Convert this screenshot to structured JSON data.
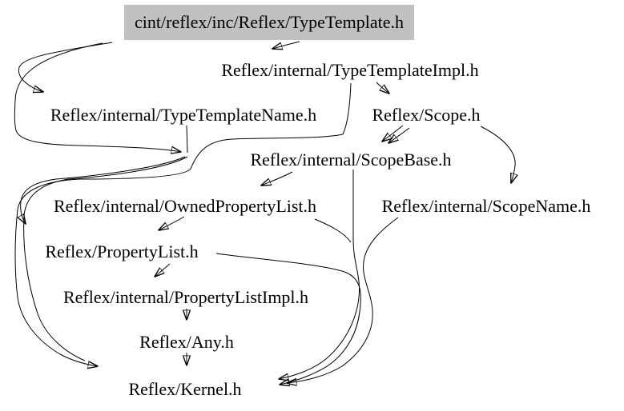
{
  "diagram": {
    "type": "include-dependency-graph",
    "root": "cint/reflex/inc/Reflex/TypeTemplate.h",
    "nodes": [
      {
        "id": "typetemplate",
        "label": "cint/reflex/inc/Reflex/TypeTemplate.h",
        "highlighted": true
      },
      {
        "id": "typetemplateimpl",
        "label": "Reflex/internal/TypeTemplateImpl.h"
      },
      {
        "id": "typetemplatename",
        "label": "Reflex/internal/TypeTemplateName.h"
      },
      {
        "id": "scope",
        "label": "Reflex/Scope.h"
      },
      {
        "id": "scopebase",
        "label": "Reflex/internal/ScopeBase.h"
      },
      {
        "id": "ownedpropertylist",
        "label": "Reflex/internal/OwnedPropertyList.h"
      },
      {
        "id": "scopename",
        "label": "Reflex/internal/ScopeName.h"
      },
      {
        "id": "propertylist",
        "label": "Reflex/PropertyList.h"
      },
      {
        "id": "propertylistimpl",
        "label": "Reflex/internal/PropertyListImpl.h"
      },
      {
        "id": "any",
        "label": "Reflex/Any.h"
      },
      {
        "id": "kernel",
        "label": "Reflex/Kernel.h"
      }
    ],
    "edges": [
      {
        "from": "typetemplate",
        "to": "typetemplateimpl"
      },
      {
        "from": "typetemplate",
        "to": "typetemplatename"
      },
      {
        "from": "typetemplateimpl",
        "to": "typetemplatename"
      },
      {
        "from": "typetemplateimpl",
        "to": "scope"
      },
      {
        "from": "typetemplateimpl",
        "to": "kernel"
      },
      {
        "from": "typetemplatename",
        "to": "propertylist"
      },
      {
        "from": "typetemplatename",
        "to": "kernel"
      },
      {
        "from": "scope",
        "to": "scopebase"
      },
      {
        "from": "scope",
        "to": "scopename"
      },
      {
        "from": "scopebase",
        "to": "ownedpropertylist"
      },
      {
        "from": "scopebase",
        "to": "kernel"
      },
      {
        "from": "scopename",
        "to": "kernel"
      },
      {
        "from": "ownedpropertylist",
        "to": "propertylist"
      },
      {
        "from": "propertylist",
        "to": "propertylistimpl"
      },
      {
        "from": "propertylist",
        "to": "kernel"
      },
      {
        "from": "propertylistimpl",
        "to": "any"
      },
      {
        "from": "any",
        "to": "kernel"
      }
    ]
  },
  "colors": {
    "background": "#ffffff",
    "text": "#000000",
    "edge": "#000000",
    "highlight_bg": "#c0c0c0"
  }
}
